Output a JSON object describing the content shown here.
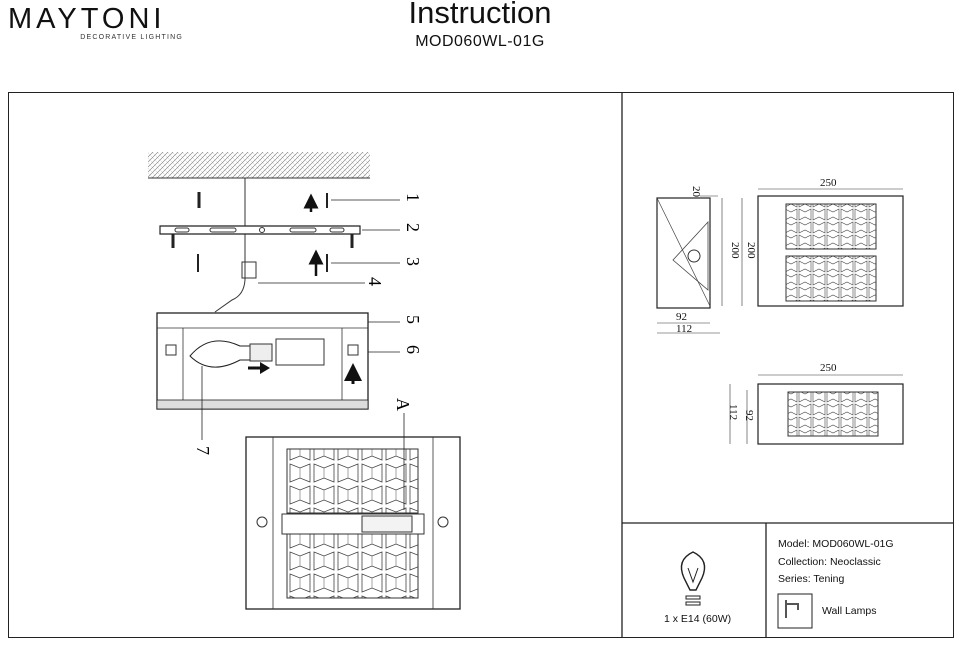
{
  "header": {
    "brand": "MAYTONI",
    "brand_tagline": "DECORATIVE LIGHTING",
    "title": "Instruction",
    "model_code": "MOD060WL-01G"
  },
  "assembly": {
    "part_numbers": [
      "1",
      "2",
      "3",
      "4",
      "5",
      "6",
      "7"
    ],
    "detail_label": "A"
  },
  "dimensions": {
    "front_view": {
      "width": "250",
      "height_outer": "200",
      "height_inner": "200"
    },
    "side_view": {
      "top": "20",
      "depth_inner": "92",
      "depth_outer": "112"
    },
    "top_view": {
      "width": "250",
      "depth_outer": "112",
      "depth_inner": "92"
    }
  },
  "spec": {
    "bulb": "1 x E14 (60W)",
    "model": "Model: MOD060WL-01G",
    "collection": "Collection: Neoclassic",
    "series": "Series: Tening",
    "category": "Wall Lamps"
  }
}
